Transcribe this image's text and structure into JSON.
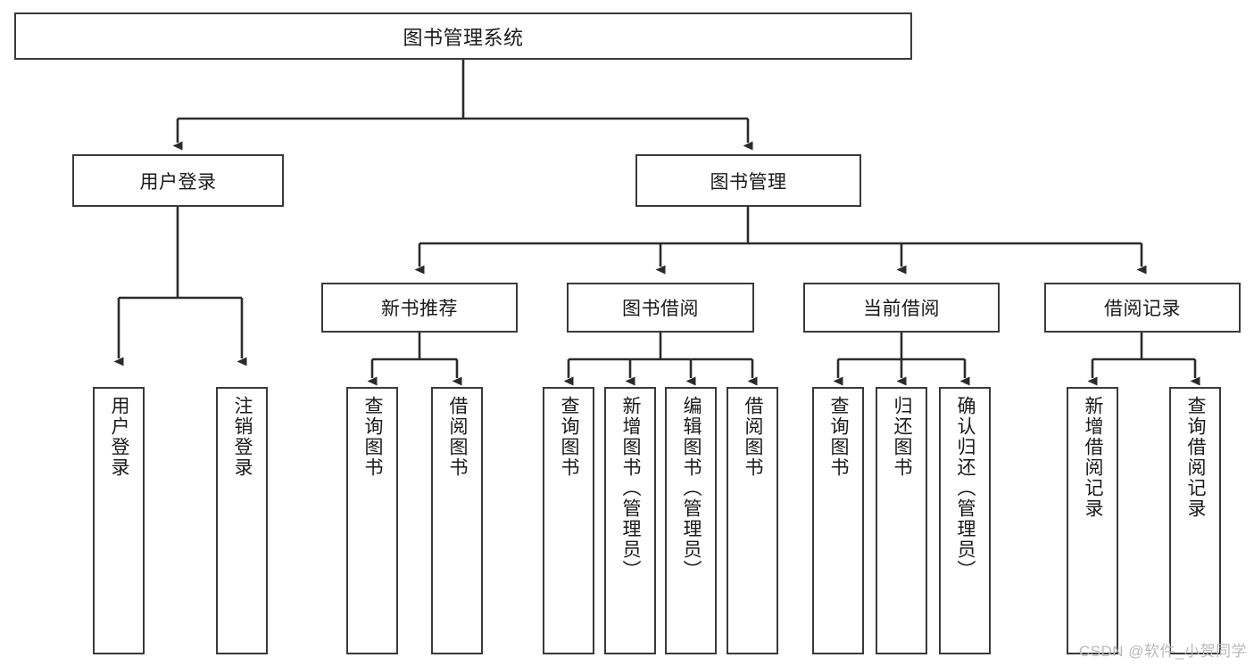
{
  "diagram": {
    "title": "图书管理系统",
    "type": "tree-hierarchy",
    "watermark": "CSDN @软件_小贺同学",
    "colors": {
      "box_border": "#3a3a3a",
      "box_fill": "#ffffff",
      "connector": "#2b2b2b",
      "text": "#1a1a1a",
      "watermark": "#b9b9b9",
      "background": "#ffffff"
    },
    "root": {
      "label": "图书管理系统"
    },
    "level1": [
      {
        "label": "用户登录"
      },
      {
        "label": "图书管理"
      }
    ],
    "level2": [
      {
        "label": "新书推荐"
      },
      {
        "label": "图书借阅"
      },
      {
        "label": "当前借阅"
      },
      {
        "label": "借阅记录"
      }
    ],
    "leaves": {
      "user_login": [
        {
          "label": "用户登录"
        },
        {
          "label": "注销登录"
        }
      ],
      "new_book_recommend": [
        {
          "label": "查询图书"
        },
        {
          "label": "借阅图书"
        }
      ],
      "book_borrow": [
        {
          "label": "查询图书"
        },
        {
          "label": "新增图书（管理员）"
        },
        {
          "label": "编辑图书（管理员）"
        },
        {
          "label": "借阅图书"
        }
      ],
      "current_borrow": [
        {
          "label": "查询图书"
        },
        {
          "label": "归还图书"
        },
        {
          "label": "确认归还（管理员）"
        }
      ],
      "borrow_record": [
        {
          "label": "新增借阅记录"
        },
        {
          "label": "查询借阅记录"
        }
      ]
    }
  }
}
